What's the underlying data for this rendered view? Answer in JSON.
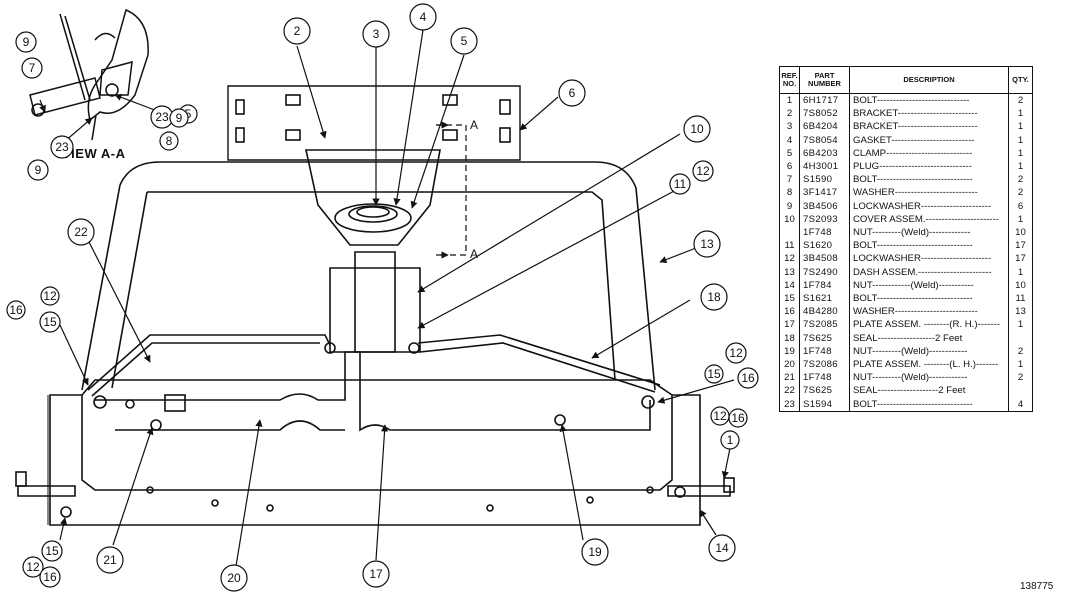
{
  "view_label": "VIEW A-A",
  "section_letters": [
    "A",
    "A"
  ],
  "figure_number": "138775",
  "table": {
    "headers": {
      "ref": "REF. NO.",
      "part": "PART NUMBER",
      "desc": "DESCRIPTION",
      "qty": "QTY."
    },
    "rows": [
      {
        "ref": "1",
        "part": "6H1717",
        "desc": "BOLT-----------------------------",
        "qty": "2"
      },
      {
        "ref": "2",
        "part": "7S8052",
        "desc": "BRACKET-------------------------",
        "qty": "1"
      },
      {
        "ref": "3",
        "part": "6B4204",
        "desc": "BRACKET-------------------------",
        "qty": "1"
      },
      {
        "ref": "4",
        "part": "7S8054",
        "desc": "GASKET--------------------------",
        "qty": "1"
      },
      {
        "ref": "5",
        "part": "6B4203",
        "desc": "CLAMP---------------------------",
        "qty": "1"
      },
      {
        "ref": "6",
        "part": "4H3001",
        "desc": "PLUG-----------------------------",
        "qty": "1"
      },
      {
        "ref": "7",
        "part": "S1590",
        "desc": "BOLT------------------------------",
        "qty": "2"
      },
      {
        "ref": "8",
        "part": "3F1417",
        "desc": "WASHER--------------------------",
        "qty": "2"
      },
      {
        "ref": "9",
        "part": "3B4506",
        "desc": "LOCKWASHER----------------------",
        "qty": "6"
      },
      {
        "ref": "10",
        "part": "7S2093",
        "desc": "COVER ASSEM.-----------------------",
        "qty": "1"
      },
      {
        "ref": "",
        "part": "1F748",
        "desc": "    NUT---------(Weld)-------------",
        "qty": "10"
      },
      {
        "ref": "11",
        "part": "S1620",
        "desc": "BOLT------------------------------",
        "qty": "17"
      },
      {
        "ref": "12",
        "part": "3B4508",
        "desc": "LOCKWASHER----------------------",
        "qty": "17"
      },
      {
        "ref": "13",
        "part": "7S2490",
        "desc": "DASH ASSEM.-----------------------",
        "qty": "1"
      },
      {
        "ref": "14",
        "part": "1F784",
        "desc": "    NUT------------(Weld)-----------",
        "qty": "10"
      },
      {
        "ref": "15",
        "part": "S1621",
        "desc": "BOLT------------------------------",
        "qty": "11"
      },
      {
        "ref": "16",
        "part": "4B4280",
        "desc": "WASHER--------------------------",
        "qty": "13"
      },
      {
        "ref": "17",
        "part": "7S2085",
        "desc": "PLATE ASSEM. --------(R. H.)-------",
        "qty": "1"
      },
      {
        "ref": "18",
        "part": "7S625",
        "desc": "    SEAL------------------2 Feet",
        "qty": ""
      },
      {
        "ref": "19",
        "part": "1F748",
        "desc": "    NUT---------(Weld)------------",
        "qty": "2"
      },
      {
        "ref": "20",
        "part": "7S2086",
        "desc": "PLATE ASSEM. --------(L. H.)-------",
        "qty": "1"
      },
      {
        "ref": "21",
        "part": "1F748",
        "desc": "    NUT---------(Weld)------------",
        "qty": "2"
      },
      {
        "ref": "22",
        "part": "7S625",
        "desc": "    SEAL-------------------2 Feet",
        "qty": ""
      },
      {
        "ref": "23",
        "part": "S1594",
        "desc": "BOLT------------------------------",
        "qty": "4"
      }
    ]
  },
  "callouts": [
    {
      "id": "c2",
      "label": "2"
    },
    {
      "id": "c3",
      "label": "3"
    },
    {
      "id": "c4",
      "label": "4"
    },
    {
      "id": "c5",
      "label": "5"
    },
    {
      "id": "c6",
      "label": "6"
    },
    {
      "id": "c10",
      "label": "10"
    },
    {
      "id": "c11",
      "label": "11"
    },
    {
      "id": "c12a",
      "label": "12"
    },
    {
      "id": "c13",
      "label": "13"
    },
    {
      "id": "c18",
      "label": "18"
    },
    {
      "id": "c22",
      "label": "22"
    },
    {
      "id": "c16a",
      "label": "16"
    },
    {
      "id": "c12b",
      "label": "12"
    },
    {
      "id": "c15a",
      "label": "15"
    },
    {
      "id": "c12c",
      "label": "12"
    },
    {
      "id": "c15b",
      "label": "15"
    },
    {
      "id": "c16b",
      "label": "16"
    },
    {
      "id": "c12d",
      "label": "12"
    },
    {
      "id": "c16c",
      "label": "16"
    },
    {
      "id": "c1",
      "label": "1"
    },
    {
      "id": "c14",
      "label": "14"
    },
    {
      "id": "c19",
      "label": "19"
    },
    {
      "id": "c17",
      "label": "17"
    },
    {
      "id": "c20",
      "label": "20"
    },
    {
      "id": "c21",
      "label": "21"
    },
    {
      "id": "c15c",
      "label": "15"
    },
    {
      "id": "c12e",
      "label": "12"
    },
    {
      "id": "c16d",
      "label": "16"
    },
    {
      "id": "c9a",
      "label": "9"
    },
    {
      "id": "c7",
      "label": "7"
    },
    {
      "id": "c23a",
      "label": "23"
    },
    {
      "id": "c5b",
      "label": "5"
    },
    {
      "id": "c9b",
      "label": "9"
    },
    {
      "id": "c8",
      "label": "8"
    },
    {
      "id": "c23b",
      "label": "23"
    },
    {
      "id": "c9c",
      "label": "9"
    }
  ]
}
